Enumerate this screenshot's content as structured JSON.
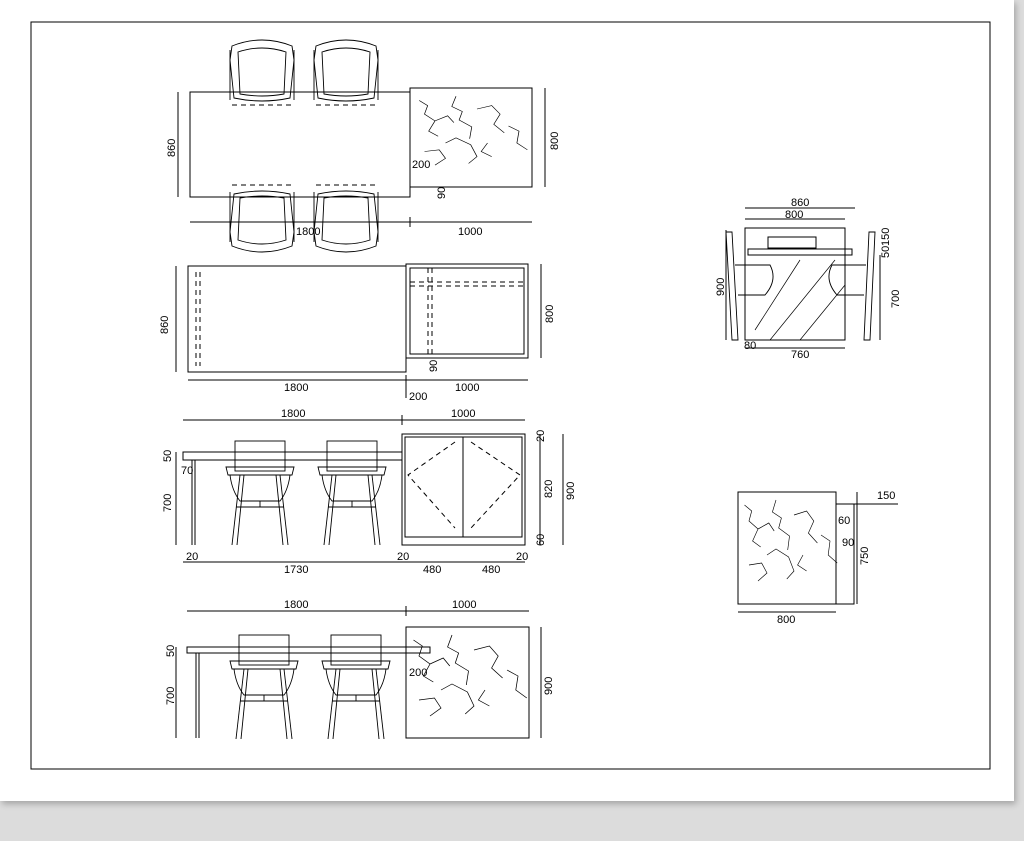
{
  "drawing": {
    "plan_top": {
      "depth": "860",
      "cab_depth": "800",
      "offset": "200",
      "gap": "90",
      "table_len": "1800",
      "cab_len": "1000"
    },
    "plan_frame": {
      "depth": "860",
      "cab_depth": "800",
      "table_len": "1800",
      "cab_len": "1000",
      "offset": "200",
      "gap": "90"
    },
    "front_elev": {
      "table_len": "1800",
      "cab_len": "1000",
      "top": "50",
      "apron": "70",
      "height": "700",
      "cab_top": "20",
      "cab_body": "820",
      "cab_total": "900",
      "cab_base": "60",
      "left_leg": "20",
      "span": "1730",
      "mid_leg": "20",
      "door1": "480",
      "door2": "480",
      "right_leg": "20"
    },
    "rear_elev": {
      "table_len": "1800",
      "cab_len": "1000",
      "top": "50",
      "height": "700",
      "offset": "200",
      "cab_total": "900"
    },
    "side_elev": {
      "overall": "860",
      "top_w": "800",
      "height": "900",
      "top": "50",
      "top2": "150",
      "leg_h": "700",
      "leg": "80",
      "span": "760"
    },
    "cab_side": {
      "depth": "150",
      "top": "60",
      "edge": "90",
      "height": "750",
      "width": "800"
    }
  }
}
